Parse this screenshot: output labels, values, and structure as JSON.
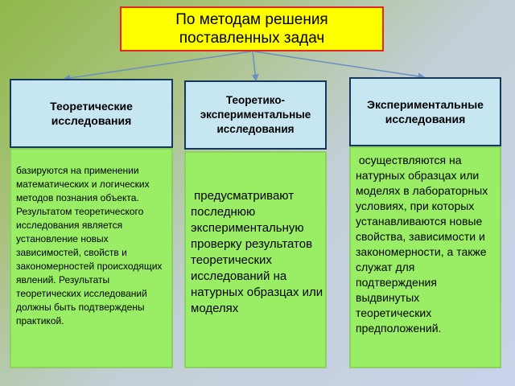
{
  "title": "По методам решения поставленных задач",
  "columns": [
    {
      "heading": "Теоретические исследования",
      "text": "базируются на применении математических и логических методов познания объекта. Результатом теоретического исследования является установление новых зависимостей, свойств и закономерностей происходящих явлений. Результаты теоретических исследований должны быть подтверждены практикой."
    },
    {
      "heading": "Теоретико-экспериментальные исследования",
      "text": " предусматривают последнюю экспериментальную проверку результатов теоретических исследований на натурных образцах или моделях"
    },
    {
      "heading": "Экспериментальные исследования",
      "text": " осуществляются на натурных образцах или моделях в лабораторных условиях, при которых устанавливаются новые свойства, зависимости и закономерности, а также служат для подтверждения выдвинутых теоретических предположений."
    }
  ],
  "colors": {
    "title_fill": "#ffff00",
    "title_border": "#e8261c",
    "heading_fill": "#c6e7f2",
    "heading_border": "#15385a",
    "body_fill": "#99ee66",
    "connector": "#6b8fbf"
  }
}
